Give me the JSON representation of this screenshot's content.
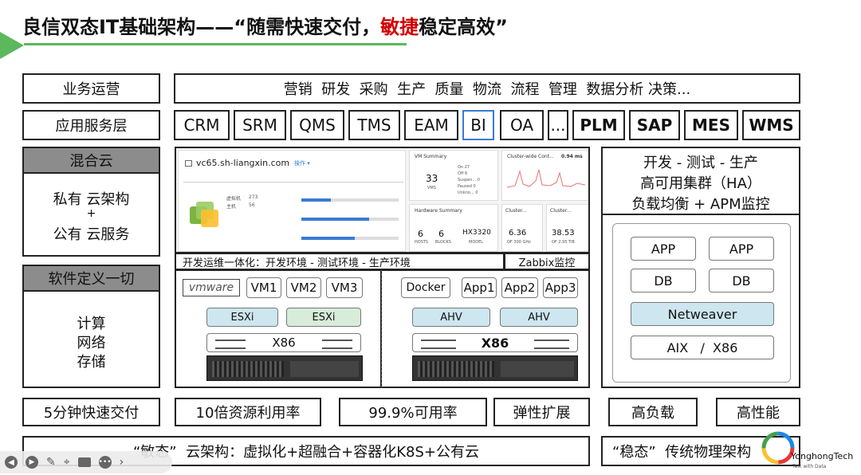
{
  "title": {
    "prefix": "良信双态IT基础架构——“随需快速交付，",
    "highlight": "敏捷",
    "suffix": "稳定高效”",
    "accent_color": "#d40000",
    "bar_color": "#5cb85c"
  },
  "rows": {
    "business_label": "业务运营",
    "business_items": "营销  研发  采购  生产  质量  物流  流程  管理  数据分析 决策...",
    "app_label": "应用服务层",
    "apps": [
      "CRM",
      "SRM",
      "QMS",
      "TMS",
      "EAM",
      "BI",
      "OA",
      "...",
      "PLM",
      "SAP",
      "MES",
      "WMS"
    ]
  },
  "left": {
    "hybrid_header": "混合云",
    "hybrid_line1": "私有 云架构",
    "hybrid_plus": "+",
    "hybrid_line2": "公有 云服务",
    "sdx_header": "软件定义一切",
    "sdx_items": [
      "计算",
      "网络",
      "存储"
    ]
  },
  "screenshot": {
    "vcenter_host": "vc65.sh-liangxin.com",
    "vcenter_action": "操作 ▾",
    "vm_summary_title": "VM Summary",
    "vm_count": "33",
    "vm_count_label": "VMS",
    "vm_states": [
      "On 27",
      "Off 6",
      "Suspen... 0",
      "Paused 0",
      "Unkno... 0"
    ],
    "cluster_latency_title": "Cluster-wide Cont...",
    "cluster_latency_value": "0.94 ms",
    "hw_title": "Hardware Summary",
    "hw_hosts": "6",
    "hw_hosts_label": "HOSTS",
    "hw_blocks": "6",
    "hw_blocks_label": "BLOCKS",
    "hw_model": "HX3320",
    "hw_model_label": "MODEL",
    "cpu_title": "Cluster...",
    "cpu_value": "6.36",
    "cpu_sub": "OF 300 GHz",
    "mem_title": "Cluster...",
    "mem_value": "38.53",
    "mem_sub": "OF 2.95 TiB",
    "hosts_label": "虚拟机",
    "hosts_count": "273",
    "hosts2_label": "主机",
    "hosts2_count": "56"
  },
  "devops_bar": "开发运维一体化：开发环境 - 测试环境 - 生产环境",
  "zabbix": "Zabbix监控",
  "vmware": {
    "logo": "vmware",
    "vms": [
      "VM1",
      "VM2",
      "VM3"
    ],
    "esxi": [
      "ESXi",
      "ESXi"
    ],
    "hw": "X86"
  },
  "nutanix": {
    "docker": "Docker",
    "apps": [
      "App1",
      "App2",
      "App3"
    ],
    "ahv": [
      "AHV",
      "AHV"
    ],
    "hw": "X86"
  },
  "right": {
    "line1": "开发 - 测试 - 生产",
    "line2": "高可用集群（HA）",
    "line3": "负载均衡 + APM监控",
    "stack": [
      "APP",
      "APP",
      "DB",
      "DB"
    ],
    "netweaver": "Netweaver",
    "aix": "AIX   /  X86"
  },
  "metrics": [
    "5分钟快速交付",
    "10倍资源利用率",
    "99.9%可用率",
    "弹性扩展",
    "高负载",
    "高性能"
  ],
  "footer": {
    "agile": "“敏态”  云架构：虚拟化+超融合+容器化K8S+公有云",
    "stable": "“稳态”  传统物理架构"
  },
  "brand": {
    "name": "YonghongTech",
    "tagline": "Talk with Data"
  },
  "player_icons": [
    "prev-icon",
    "play-icon",
    "pen-icon",
    "target-icon",
    "screen-icon",
    "more-icon",
    "next-icon"
  ]
}
